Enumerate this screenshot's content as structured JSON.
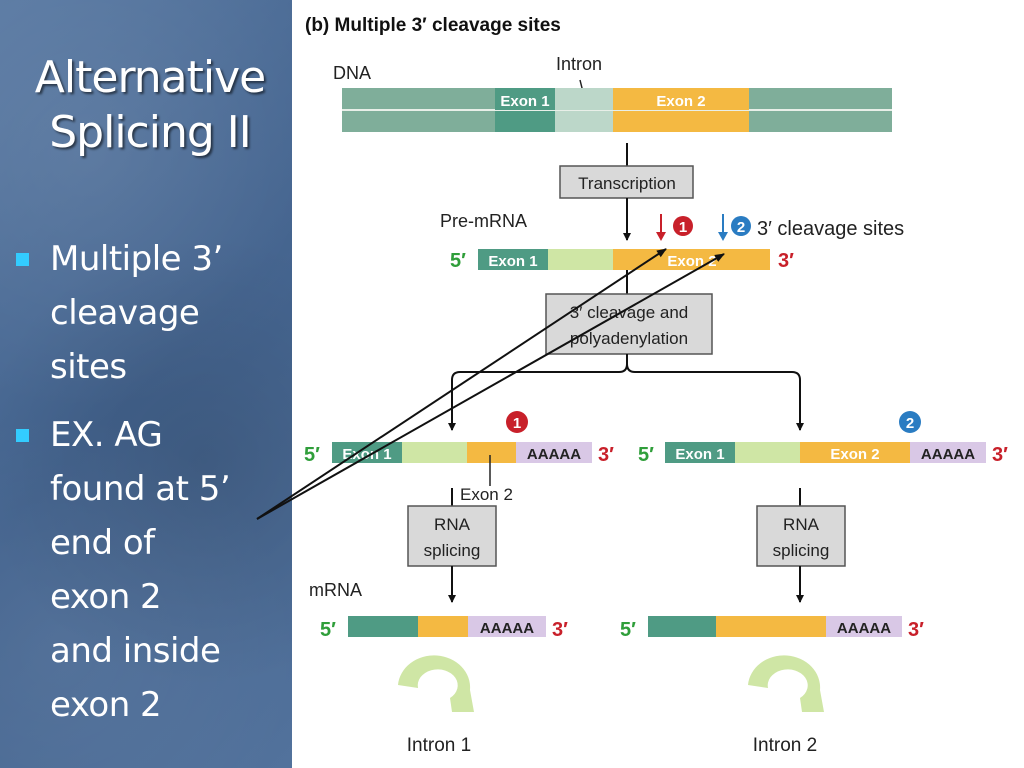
{
  "slide": {
    "title_lines": [
      "Alternative",
      "Splicing II"
    ],
    "bullets": [
      {
        "lines": [
          "Multiple 3’",
          "cleavage",
          "sites"
        ]
      },
      {
        "lines": [
          "EX. AG",
          "found at 5’",
          "end of",
          "exon 2",
          "and inside",
          "exon 2"
        ]
      }
    ]
  },
  "diagram": {
    "heading": "(b)  Multiple 3′ cleavage sites",
    "dna_label": "DNA",
    "intron_label": "Intron",
    "exon1": "Exon 1",
    "exon2": "Exon 2",
    "transcription": "Transcription",
    "premrna_label": "Pre-mRNA",
    "cleavage_sites_label": "3′ cleavage sites",
    "end5": "5′",
    "end3": "3′",
    "num1": "1",
    "num2": "2",
    "cleavage_box": [
      "3′ cleavage and",
      "polyadenylation"
    ],
    "polya": "AAAAA",
    "splicing_box": [
      "RNA",
      "splicing"
    ],
    "mrna_label": "mRNA",
    "intron1": "Intron 1",
    "intron2": "Intron 2",
    "colors": {
      "exon1": "#4f9b84",
      "exon2": "#f4b942",
      "intron": "#cfe6a5",
      "polya": "#d9c8e6",
      "five": "#2f9e3a",
      "three": "#c8202a",
      "site2": "#2a7cc2"
    }
  }
}
